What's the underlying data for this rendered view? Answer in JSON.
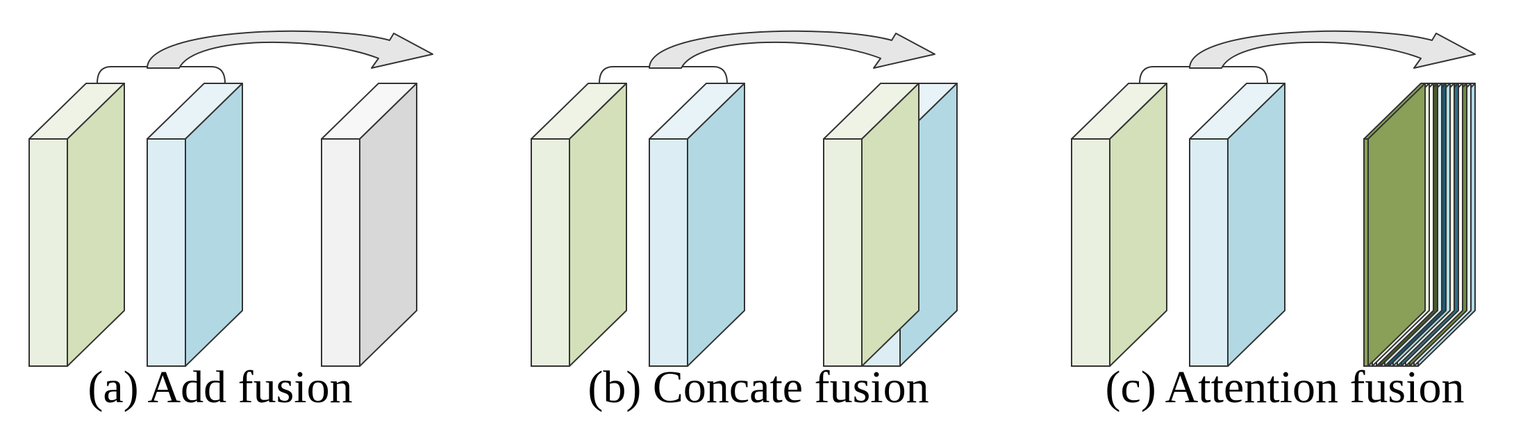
{
  "panels": [
    {
      "id": "a",
      "caption": "(a) Add fusion",
      "output": "add"
    },
    {
      "id": "b",
      "caption": "(b) Concate fusion",
      "output": "concat"
    },
    {
      "id": "c",
      "caption": "(c) Attention fusion",
      "output": "attention"
    }
  ],
  "colors": {
    "green_front": "#e9f0df",
    "green_side": "#d3e0b9",
    "green_top": "#eef3e6",
    "blue_front": "#dcedf4",
    "blue_side": "#b2d9e3",
    "blue_top": "#e8f3f7",
    "gray_front": "#f2f2f2",
    "gray_side": "#d8d8d8",
    "gray_top": "#f7f7f7",
    "arrow_fill": "#e6e6e6",
    "stroke": "#333333",
    "attention_stripes": [
      "#8aa058",
      "#e9f0df",
      "#ffffff",
      "#4a5a2a",
      "#dcedf4",
      "#1e5a70",
      "#b2d9e3",
      "#e9f0df",
      "#2f6f85",
      "#ffffff",
      "#6f8a3f",
      "#dcedf4"
    ]
  }
}
